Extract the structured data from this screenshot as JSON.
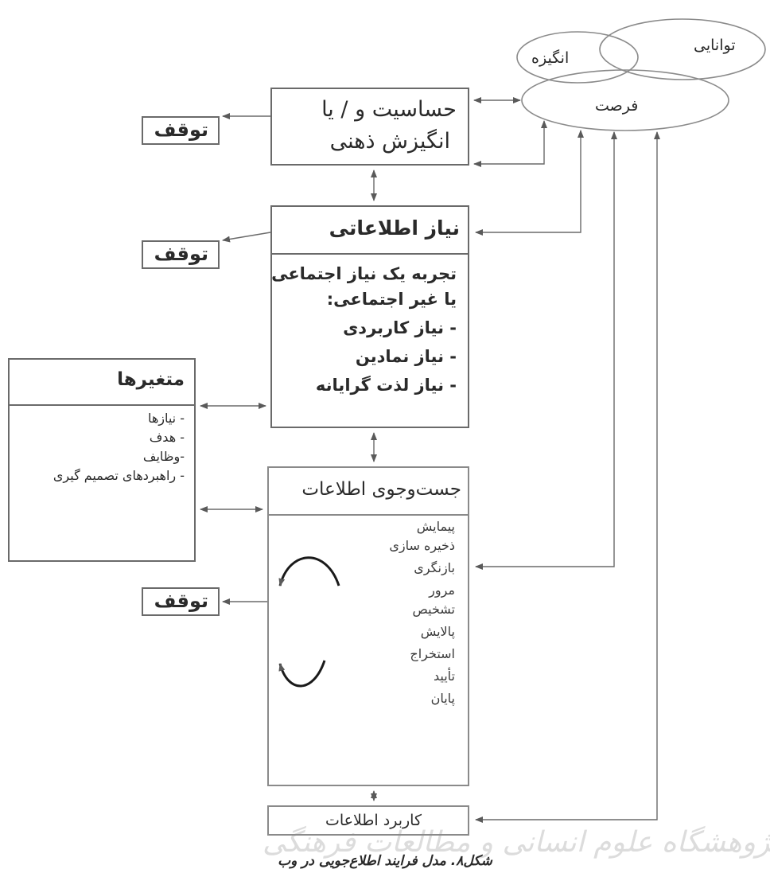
{
  "ellipses": {
    "ability": "توانایی",
    "motivation": "انگیزه",
    "opportunity": "فرصت"
  },
  "sensitivity_box": {
    "line1": "حساسیت و / یا",
    "line2": "انگیزش ذهنی"
  },
  "stop_label": "توقف",
  "need_box": {
    "title": "نیاز اطلاعاتی",
    "lines": [
      "تجربه یک نیاز اجتماعی",
      "یا غیر اجتماعی:",
      "- نیاز کاربردی",
      "- نیاز نمادین",
      "- نیاز لذت گرایانه"
    ]
  },
  "variables_box": {
    "title": "متغیرها",
    "items": [
      "- نیازها",
      "- هدف",
      "-وظایف",
      "- راهبردهای تصمیم گیری"
    ]
  },
  "search_box": {
    "title": "جست‌وجوی اطلاعات",
    "steps": [
      "پیمایش",
      "ذخیره سازی",
      "بازنگری",
      "مرور",
      "تشخیص",
      "پالایش",
      "استخراج",
      "تأیید",
      "پایان"
    ]
  },
  "use_box": {
    "label": "کاربرد اطلاعات"
  },
  "caption": "شکل۸. مدل فرایند اطلاع‌جویی در وب",
  "watermark": "پژوهشگاه علوم انسانی و مطالعات فرهنگی",
  "colors": {
    "line": "#6a6a6a",
    "text": "#2a2a2a",
    "watermark": "#dcdcdc"
  }
}
